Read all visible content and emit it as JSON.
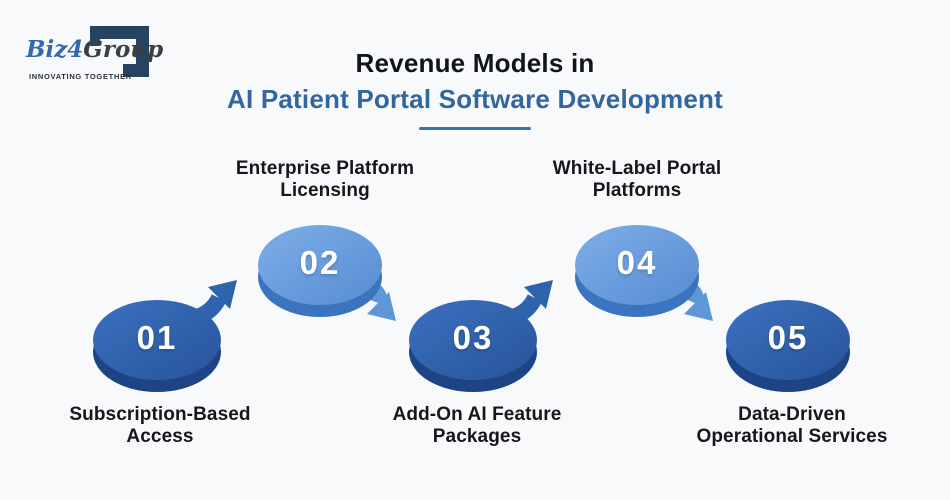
{
  "page": {
    "background": "#F7F9FA"
  },
  "logo": {
    "brand_prefix": "Biz",
    "brand_numeral": "4",
    "brand_suffix": "Group",
    "tagline": "INNOVATING TOGETHER",
    "colors": {
      "mark_navy": "#264361",
      "prefix_blue": "#3468AF",
      "suffix_gray": "#3B3E44"
    }
  },
  "title": {
    "line1": "Revenue Models in",
    "line2": "AI Patient Portal Software Development",
    "line1_color": "#111418",
    "line2_color": "#33659E",
    "underline_color": "#3A70AD"
  },
  "steps": [
    {
      "number": "01",
      "label_line1": "Subscription-Based",
      "label_line2": "Access",
      "variant": "dark",
      "arrow": "up",
      "label_position": "below"
    },
    {
      "number": "02",
      "label_line1": "Enterprise Platform",
      "label_line2": "Licensing",
      "variant": "light",
      "arrow": "down",
      "label_position": "above"
    },
    {
      "number": "03",
      "label_line1": "Add-On AI Feature",
      "label_line2": "Packages",
      "variant": "dark",
      "arrow": "up",
      "label_position": "below"
    },
    {
      "number": "04",
      "label_line1": "White-Label Portal",
      "label_line2": "Platforms",
      "variant": "light",
      "arrow": "down",
      "label_position": "above"
    },
    {
      "number": "05",
      "label_line1": "Data-Driven",
      "label_line2": "Operational Services",
      "variant": "dark",
      "arrow": "none",
      "label_position": "below"
    }
  ],
  "palette": {
    "dark_disc": "#2B5CA7",
    "dark_disc_rim": "#1D4485",
    "dark_arrow": "#2E63AE",
    "light_disc": "#689EDD",
    "light_disc_rim": "#3B74BE",
    "light_arrow": "#5E96D8",
    "number_text": "#FFFFFF",
    "label_text": "#15171B"
  }
}
